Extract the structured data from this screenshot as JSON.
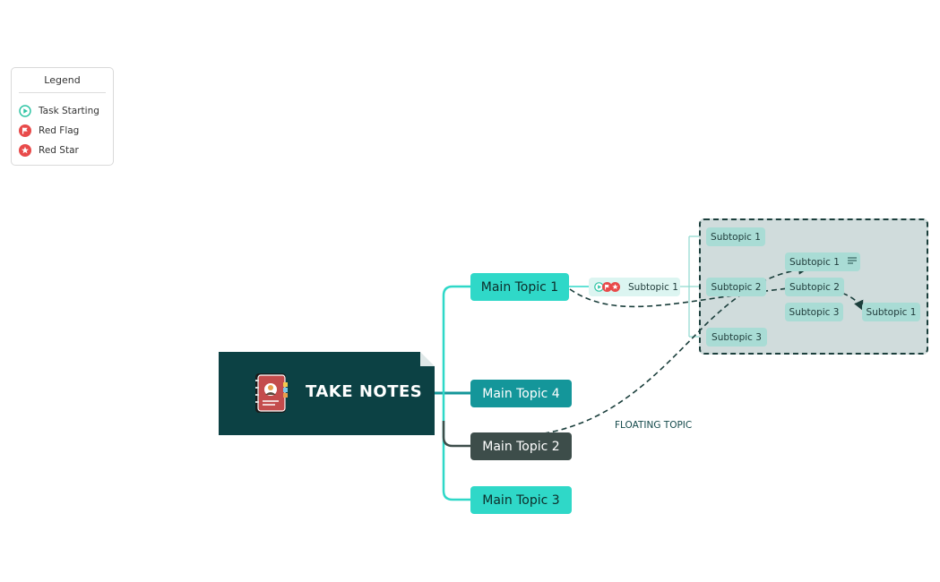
{
  "legend": {
    "title": "Legend",
    "items": [
      {
        "label": "Task Starting",
        "icon": "task-starting-icon",
        "color": "#2ec4a4"
      },
      {
        "label": "Red Flag",
        "icon": "red-flag-icon",
        "color": "#e84a4a"
      },
      {
        "label": "Red Star",
        "icon": "red-star-icon",
        "color": "#e84a4a"
      }
    ]
  },
  "central_topic": {
    "label": "TAKE NOTES",
    "icon": "notebook-icon",
    "color": "#0c4144"
  },
  "main_topics": [
    {
      "label": "Main Topic 1",
      "color": "#2fd8c8"
    },
    {
      "label": "Main Topic 4",
      "color": "#14969a"
    },
    {
      "label": "Main Topic 2",
      "color": "#3d4d4a"
    },
    {
      "label": "Main Topic 3",
      "color": "#2fd8c8"
    }
  ],
  "subtopic_level1": {
    "label": "Subtopic 1",
    "markers": [
      "task-starting-icon",
      "red-flag-icon",
      "red-star-icon"
    ]
  },
  "subtopic_level2": [
    {
      "label": "Subtopic 1"
    },
    {
      "label": "Subtopic 2"
    },
    {
      "label": "Subtopic 3"
    }
  ],
  "subtopic_level3": [
    {
      "label": "Subtopic 1",
      "icon": "notes-icon"
    },
    {
      "label": "Subtopic 2"
    },
    {
      "label": "Subtopic 3"
    }
  ],
  "subtopic_level4": {
    "label": "Subtopic 1"
  },
  "floating_topic": {
    "label": "FLOATING TOPIC"
  }
}
